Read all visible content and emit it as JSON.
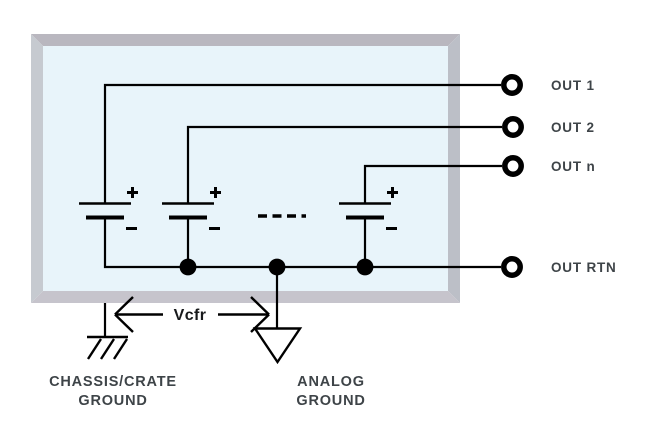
{
  "diagram": {
    "terminals": [
      {
        "label": "OUT 1"
      },
      {
        "label": "OUT 2"
      },
      {
        "label": "OUT n"
      },
      {
        "label": "OUT RTN"
      }
    ],
    "vcfr_label": "Vcfr",
    "chassis_ground": {
      "line1": "CHASSIS/CRATE",
      "line2": "GROUND"
    },
    "analog_ground": {
      "line1": "ANALOG",
      "line2": "GROUND"
    },
    "battery_count_shown": 3,
    "ellipsis_between_batteries": "- - - -",
    "icons": {
      "battery_plus": "plus-icon",
      "battery_minus": "minus-icon",
      "terminal": "ring-terminal-icon",
      "chassis": "chassis-ground-icon",
      "analog": "analog-ground-triangle-icon",
      "junction": "junction-dot-icon",
      "vcfr_arrow": "double-arrow-icon"
    },
    "colors": {
      "box_fill": "#e8f4fa",
      "frame_top": "#b9b7bf",
      "frame_left": "#c6cad0",
      "frame_right": "#bcbfc7",
      "frame_bottom": "#c6c4cc",
      "wire": "#000000",
      "label_text": "#3e4448"
    }
  }
}
